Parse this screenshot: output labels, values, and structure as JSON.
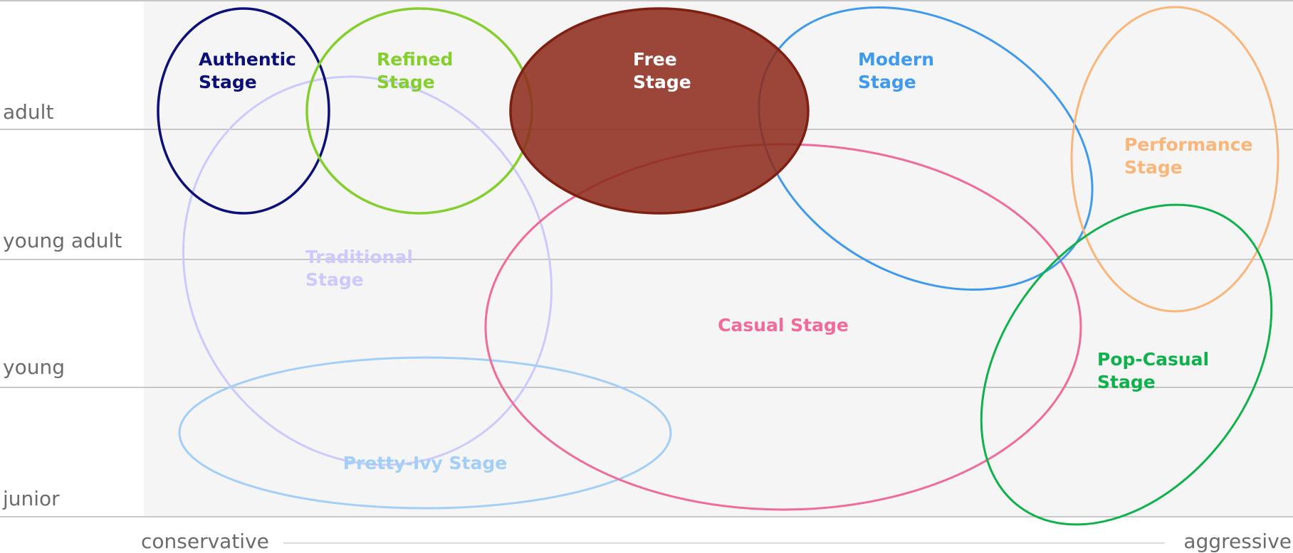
{
  "y_axis": {
    "levels": [
      "adult",
      "young adult",
      "young",
      "junior"
    ]
  },
  "x_axis": {
    "left_label": "conservative",
    "right_label": "aggressive"
  },
  "stages": [
    {
      "id": "traditional",
      "lines": [
        "Traditional",
        "Stage"
      ],
      "color": "#cccafc",
      "filled": false
    },
    {
      "id": "pretty-ivy",
      "lines": [
        "Pretty-Ivy Stage"
      ],
      "color": "#a3cff7",
      "filled": false
    },
    {
      "id": "casual",
      "lines": [
        "Casual Stage"
      ],
      "color": "#f06b96",
      "filled": false
    },
    {
      "id": "modern",
      "lines": [
        "Modern",
        "Stage"
      ],
      "color": "#3f9aee",
      "filled": false
    },
    {
      "id": "performance",
      "lines": [
        "Performance",
        "Stage"
      ],
      "color": "#f9b67b",
      "filled": false
    },
    {
      "id": "pop-casual",
      "lines": [
        "Pop-Casual",
        "Stage"
      ],
      "color": "#0fb14c",
      "filled": false
    },
    {
      "id": "authentic",
      "lines": [
        "Authentic",
        "Stage"
      ],
      "color": "#0c0f78",
      "filled": false
    },
    {
      "id": "refined",
      "lines": [
        "Refined",
        "Stage"
      ],
      "color": "#84ce2e",
      "filled": false
    },
    {
      "id": "free",
      "lines": [
        "Free",
        "Stage"
      ],
      "color": "#7f1f12",
      "fill": "#8d2c1c",
      "label_color": "#ffffff",
      "filled": true
    }
  ]
}
